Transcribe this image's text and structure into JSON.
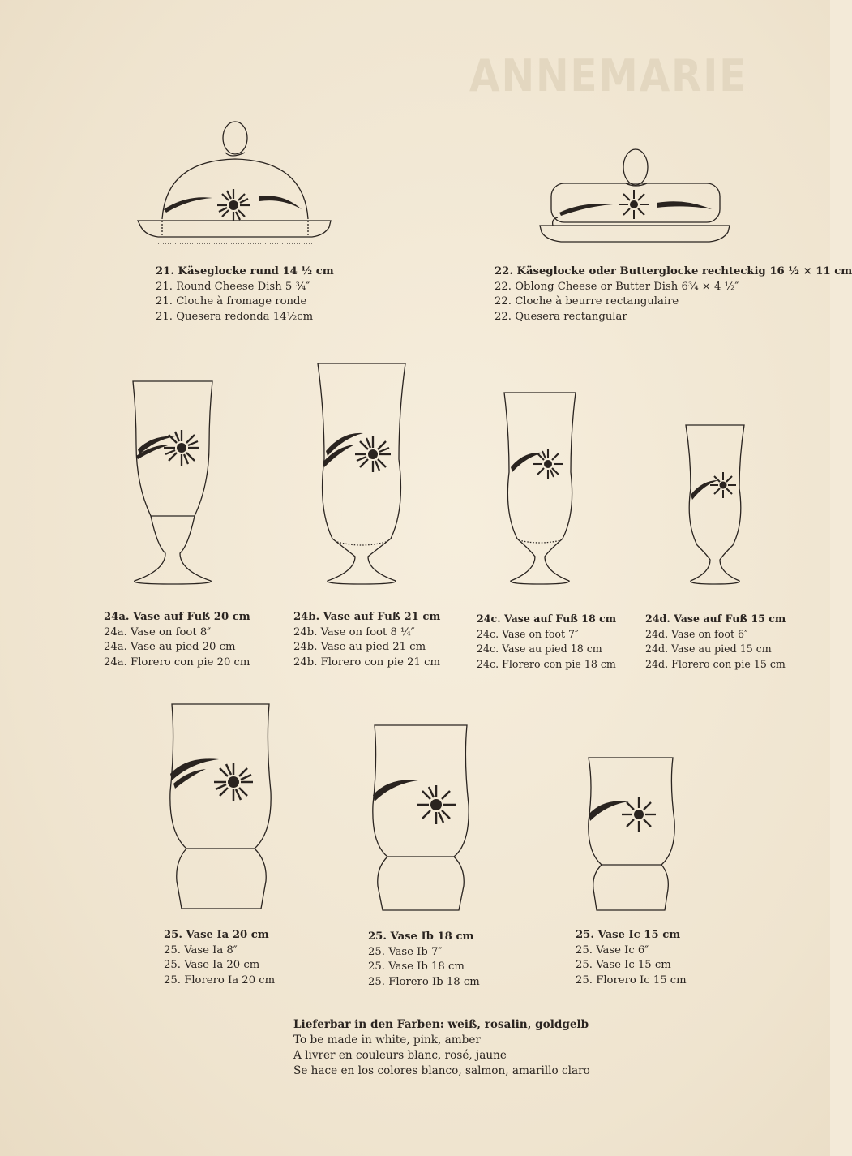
{
  "watermark": "ANNEMARIE",
  "items": {
    "i21": [
      {
        "num": "21.",
        "text": "Käseglocke rund 14 ½ cm",
        "bold": true
      },
      {
        "num": "21.",
        "text": "Round Cheese Dish 5 ¾″",
        "bold": false
      },
      {
        "num": "21.",
        "text": "Cloche à fromage ronde",
        "bold": false
      },
      {
        "num": "21.",
        "text": "Quesera redonda 14½cm",
        "bold": false
      }
    ],
    "i22": [
      {
        "num": "22.",
        "text": "Käseglocke oder Butterglocke rechteckig 16 ½ × 11 cm",
        "bold": true
      },
      {
        "num": "22.",
        "text": "Oblong Cheese or Butter Dish 6¾ × 4 ½″",
        "bold": false
      },
      {
        "num": "22.",
        "text": "Cloche à beurre rectangulaire",
        "bold": false
      },
      {
        "num": "22.",
        "text": "Quesera rectangular",
        "bold": false
      }
    ],
    "i24a": [
      {
        "num": "24a.",
        "text": "Vase auf Fuß 20 cm",
        "bold": true
      },
      {
        "num": "24a.",
        "text": "Vase on foot 8″",
        "bold": false
      },
      {
        "num": "24a.",
        "text": "Vase au pied 20 cm",
        "bold": false
      },
      {
        "num": "24a.",
        "text": "Florero con pie 20 cm",
        "bold": false
      }
    ],
    "i24b": [
      {
        "num": "24b.",
        "text": "Vase auf Fuß 21 cm",
        "bold": true
      },
      {
        "num": "24b.",
        "text": "Vase on foot 8 ¼″",
        "bold": false
      },
      {
        "num": "24b.",
        "text": "Vase au pied 21 cm",
        "bold": false
      },
      {
        "num": "24b.",
        "text": "Florero con pie 21 cm",
        "bold": false
      }
    ],
    "i24c": [
      {
        "num": "24c.",
        "text": "Vase auf Fuß 18 cm",
        "bold": true
      },
      {
        "num": "24c.",
        "text": "Vase on foot 7″",
        "bold": false
      },
      {
        "num": "24c.",
        "text": "Vase au pied 18 cm",
        "bold": false
      },
      {
        "num": "24c.",
        "text": "Florero con pie 18 cm",
        "bold": false
      }
    ],
    "i24d": [
      {
        "num": "24d.",
        "text": "Vase auf Fuß 15 cm",
        "bold": true
      },
      {
        "num": "24d.",
        "text": "Vase on foot 6″",
        "bold": false
      },
      {
        "num": "24d.",
        "text": "Vase au pied 15 cm",
        "bold": false
      },
      {
        "num": "24d.",
        "text": "Florero con pie 15 cm",
        "bold": false
      }
    ],
    "i25a": [
      {
        "num": "25.",
        "text": "Vase Ia 20 cm",
        "bold": true
      },
      {
        "num": "25.",
        "text": "Vase Ia 8″",
        "bold": false
      },
      {
        "num": "25.",
        "text": "Vase Ia 20 cm",
        "bold": false
      },
      {
        "num": "25.",
        "text": "Florero Ia 20 cm",
        "bold": false
      }
    ],
    "i25b": [
      {
        "num": "25.",
        "text": "Vase Ib 18 cm",
        "bold": true
      },
      {
        "num": "25.",
        "text": "Vase Ib 7″",
        "bold": false
      },
      {
        "num": "25.",
        "text": "Vase Ib 18 cm",
        "bold": false
      },
      {
        "num": "25.",
        "text": "Florero Ib 18 cm",
        "bold": false
      }
    ],
    "i25c": [
      {
        "num": "25.",
        "text": "Vase Ic 15 cm",
        "bold": true
      },
      {
        "num": "25.",
        "text": "Vase Ic 6″",
        "bold": false
      },
      {
        "num": "25.",
        "text": "Vase Ic 15 cm",
        "bold": false
      },
      {
        "num": "25.",
        "text": "Florero Ic 15 cm",
        "bold": false
      }
    ]
  },
  "footer": {
    "line1": "Lieferbar in den Farben: weiß, rosalin, goldgelb",
    "line2": "To be made in white, pink, amber",
    "line3": "A livrer en couleurs blanc, rosé, jaune",
    "line4": "Se hace en los colores blanco, salmon, amarillo claro"
  },
  "colors": {
    "ink": "#2a2420",
    "paper": "#f3ead8",
    "ghost": "#e3d7c0"
  }
}
